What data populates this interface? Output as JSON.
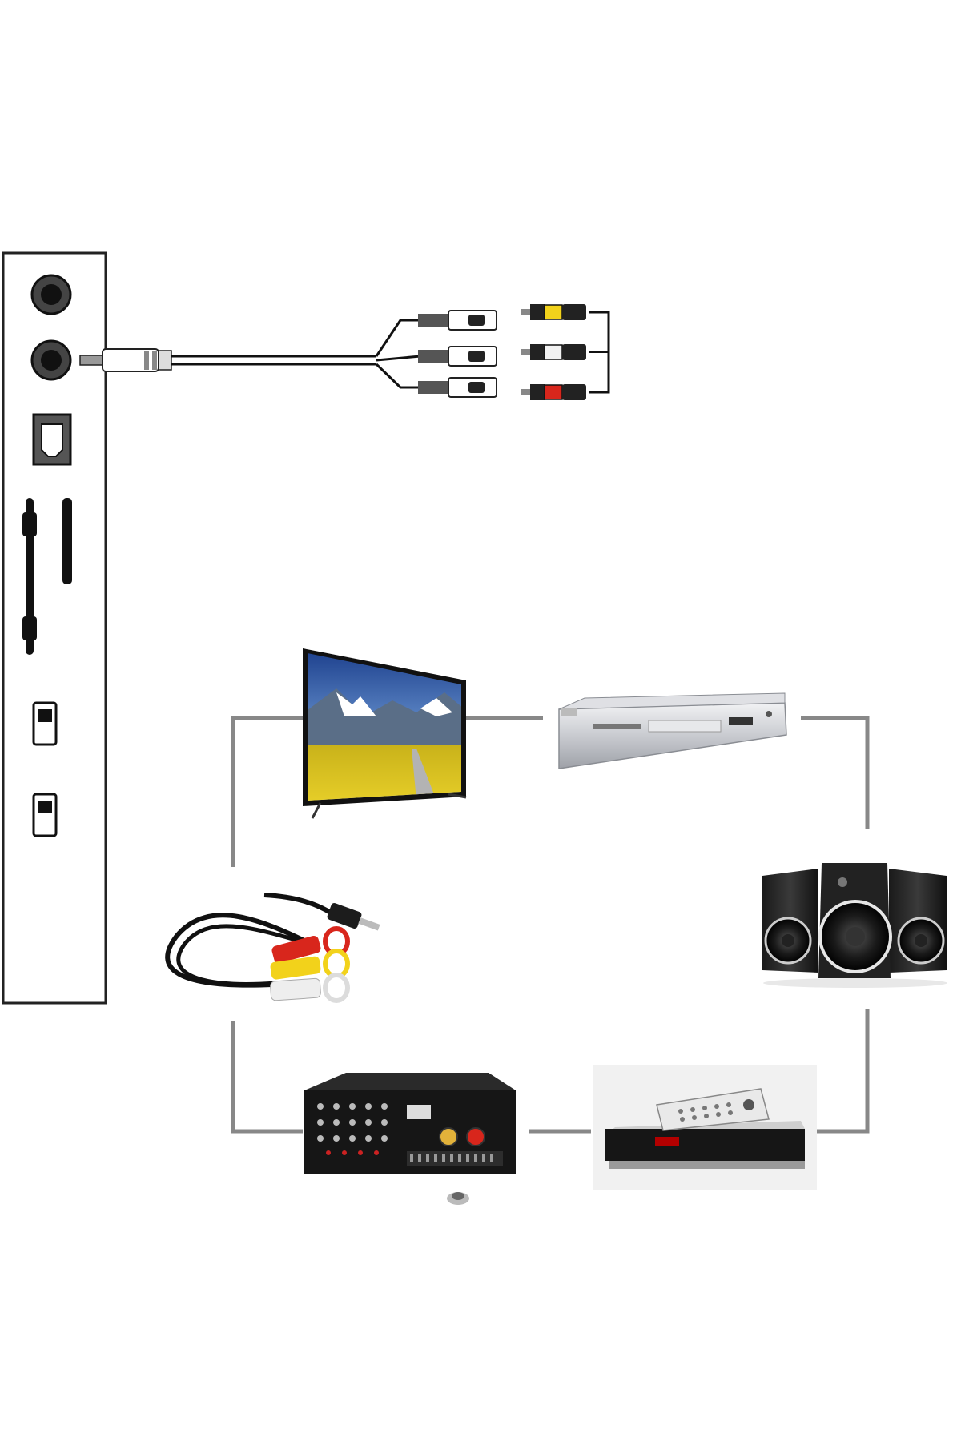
{
  "diagram": {
    "colors": {
      "line": "#888888",
      "panel_stroke": "#222222",
      "rca_yellow": "#f2d21b",
      "rca_red": "#d8261c",
      "rca_white": "#f2f2f2",
      "cable_black": "#111111"
    },
    "panel_ports": [
      {
        "kind": "jack",
        "name": "audio-jack-port"
      },
      {
        "kind": "jack",
        "name": "av-jack-port"
      },
      {
        "kind": "optical",
        "name": "optical-port"
      },
      {
        "kind": "slot",
        "name": "card-slot"
      },
      {
        "kind": "usb",
        "name": "usb-port-1"
      },
      {
        "kind": "usb",
        "name": "usb-port-2"
      }
    ],
    "rca_plugs": [
      "yellow",
      "white",
      "red"
    ],
    "devices": [
      {
        "name": "tv",
        "icon": "tv-icon"
      },
      {
        "name": "dvd-player",
        "icon": "dvd-player-icon"
      },
      {
        "name": "speakers",
        "icon": "speaker-icon"
      },
      {
        "name": "set-top-box",
        "icon": "set-top-box-icon"
      },
      {
        "name": "amplifier",
        "icon": "amplifier-icon"
      },
      {
        "name": "av-cable",
        "icon": "av-cable-icon"
      }
    ]
  }
}
